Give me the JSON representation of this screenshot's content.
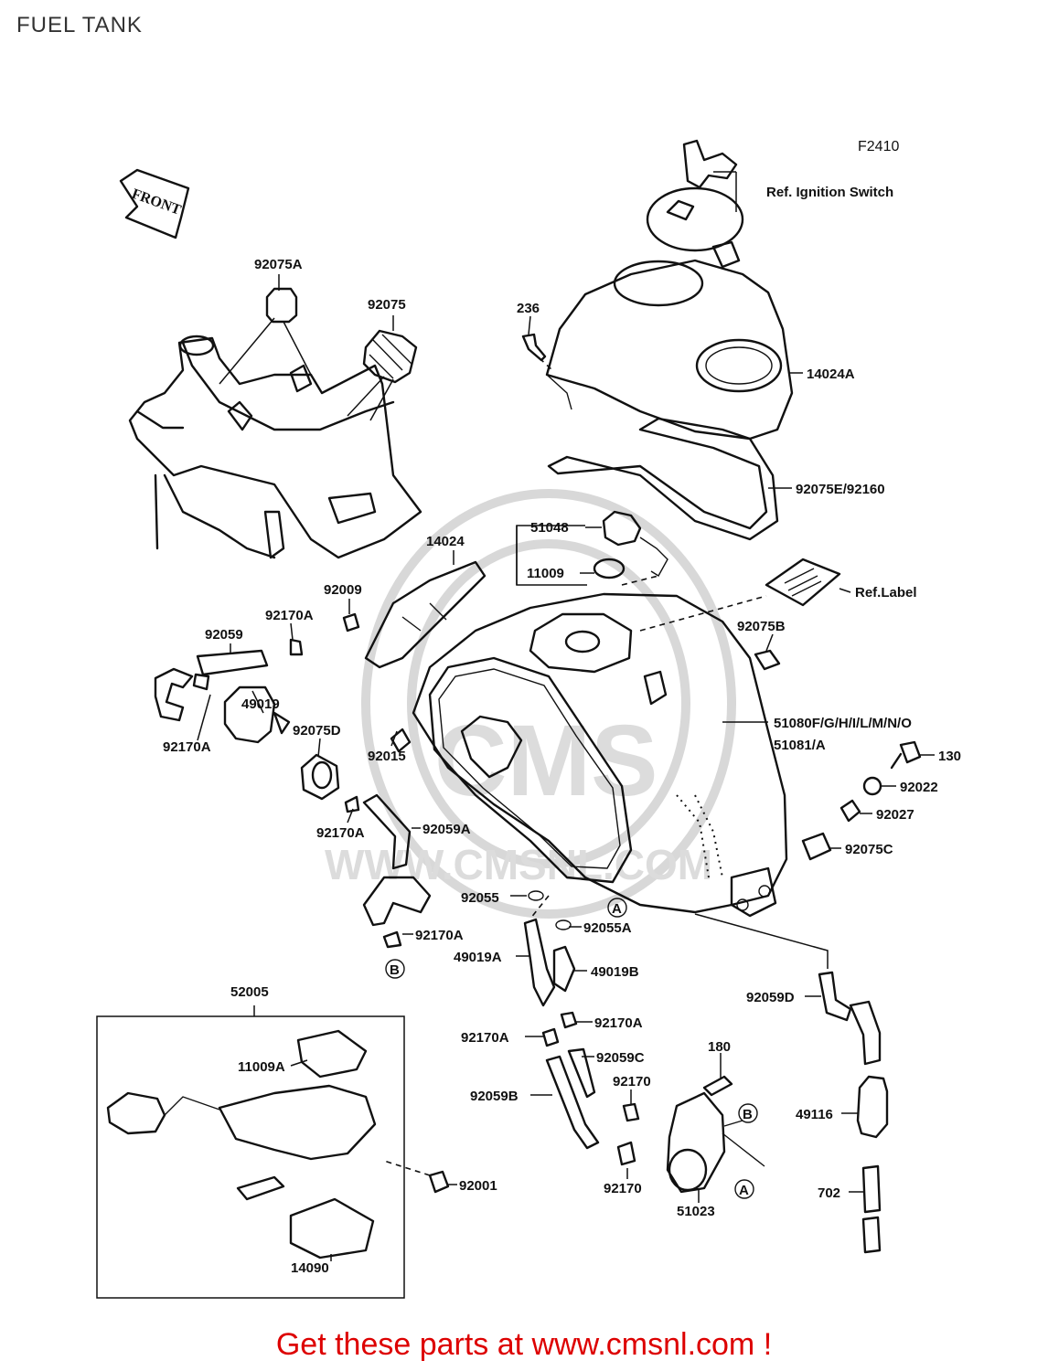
{
  "title": "FUEL TANK",
  "ref_code": "F2410",
  "front_label": "FRONT",
  "watermark": "WWW.CMSNL.COM",
  "watermark_logo": "CMS",
  "footer": "Get these parts at www.cmsnl.com !",
  "labels": {
    "p92075A": "92075A",
    "p92075": "92075",
    "p236": "236",
    "p14024A": "14024A",
    "ref_ignition": "Ref. Ignition Switch",
    "p92075E": "92075E/92160",
    "p51048": "51048",
    "p11009": "11009",
    "p14024": "14024",
    "p92009": "92009",
    "p92170A_1": "92170A",
    "p92059": "92059",
    "ref_label": "Ref.Label",
    "p92075B": "92075B",
    "p49019": "49019",
    "p92075D": "92075D",
    "p92015": "92015",
    "p92170A_2": "92170A",
    "p51080": "51080F/G/H/I/L/M/N/O",
    "p51081": "51081/A",
    "p130": "130",
    "p92022": "92022",
    "p92027": "92027",
    "p92170A_3": "92170A",
    "p92059A": "92059A",
    "p92075C": "92075C",
    "p92055": "92055",
    "p92055A": "92055A",
    "p92170A_4": "92170A",
    "p49019A": "49019A",
    "p49019B": "49019B",
    "p52005": "52005",
    "p92059D": "92059D",
    "p92170A_5": "92170A",
    "p92170A_6": "92170A",
    "p11009A": "11009A",
    "p92059C": "92059C",
    "p180": "180",
    "p92059B": "92059B",
    "p92170_1": "92170",
    "p49116": "49116",
    "p92001": "92001",
    "p92170_2": "92170",
    "p702": "702",
    "p51023": "51023",
    "p14090": "14090",
    "markerA": "A",
    "markerB": "B"
  }
}
